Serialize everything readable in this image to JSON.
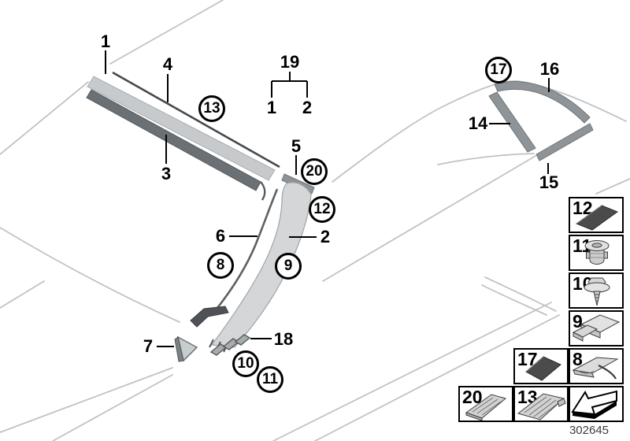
{
  "figure": {
    "part_number_label": "302645"
  },
  "colors": {
    "outline_faint": "#bfc3c5",
    "trim_light": "#d4d6d8",
    "trim_medium": "#8f9498",
    "trim_dark": "#55595d",
    "callout_stroke": "#000000"
  },
  "callouts": {
    "n1": "1",
    "n4": "4",
    "n3": "3",
    "n19": "19",
    "n19a": "1",
    "n19b": "2",
    "n5": "5",
    "n6": "6",
    "n2": "2",
    "n7": "7",
    "n18": "18",
    "n16": "16",
    "n14": "14",
    "n15": "15",
    "c13": "13",
    "c20": "20",
    "c12": "12",
    "c8": "8",
    "c9": "9",
    "c10": "10",
    "c11": "11",
    "c17": "17"
  },
  "legend": {
    "items": [
      {
        "label": "12",
        "icon": "adhesive-pad-icon"
      },
      {
        "label": "11",
        "icon": "grommet-nut-icon"
      },
      {
        "label": "10",
        "icon": "screw-washer-icon"
      },
      {
        "label": "9",
        "icon": "clip-bracket-icon"
      },
      {
        "label": "17",
        "icon": "adhesive-pad-square-icon"
      },
      {
        "label": "8",
        "icon": "clip-lever-icon"
      },
      {
        "label": "20",
        "icon": "clip-rail-icon"
      },
      {
        "label": "13",
        "icon": "clip-rail-long-icon"
      },
      {
        "label": "",
        "icon": "direction-arrow-icon"
      }
    ]
  }
}
